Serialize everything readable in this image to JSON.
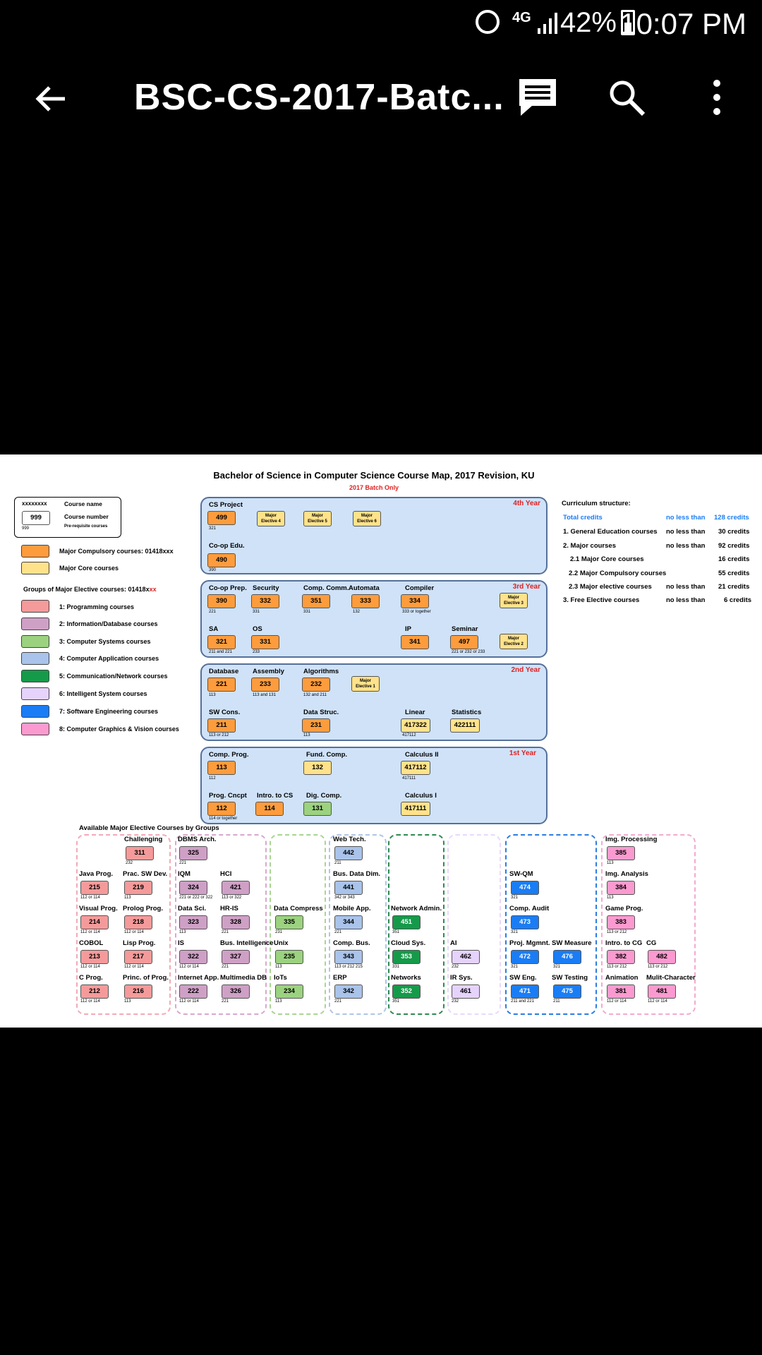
{
  "status_bar": {
    "network": "4G",
    "battery": "42%",
    "time": "10:07 PM"
  },
  "app_bar": {
    "title": "BSC-CS-2017-Batc..."
  },
  "doc": {
    "title": "Bachelor of Science in Computer Science Course Map, 2017 Revision, KU",
    "subtitle": "2017 Batch Only",
    "legend_box": {
      "code": "xxxxxxxx",
      "code_label": "Course name",
      "number": "999",
      "number_label": "Course number",
      "prereq": "999",
      "prereq_label": "Pre-requisite courses"
    },
    "legend": {
      "major_compulsory": "Major Compulsory courses: 01418xxx",
      "major_core": "Major Core courses",
      "groups_title_a": "Groups of Major Elective courses: 01418x",
      "groups_title_b": "xx",
      "groups": [
        "1: Programming courses",
        "2: Information/Database courses",
        "3: Computer Systems courses",
        "4: Computer Application courses",
        "5: Communication/Network courses",
        "6: Intelligent System courses",
        "7: Software Engineering courses",
        "8: Computer Graphics & Vision courses"
      ]
    },
    "years": {
      "y4": {
        "label": "4th Year",
        "cs_project": "CS Project",
        "n499": "499",
        "p499": "321",
        "e4": "Major Elective 4",
        "e5": "Major Elective 5",
        "e6": "Major Elective 6",
        "coop": "Co-op Edu.",
        "n490": "490",
        "p490": "390"
      },
      "y3": {
        "label": "3rd Year",
        "coop_prep": "Co-op Prep.",
        "security": "Security",
        "comp_comm": "Comp. Comm.",
        "automata": "Automata",
        "compiler": "Compiler",
        "n390": "390",
        "p390": "221",
        "n332": "332",
        "p332": "331",
        "n351": "351",
        "p351": "331",
        "n333": "333",
        "p333": "132",
        "n334": "334",
        "p334": "333 or together",
        "e3": "Major Elective 3",
        "sa": "SA",
        "os": "OS",
        "ip": "IP",
        "seminar": "Seminar",
        "n321": "321",
        "p321": "211 and 221",
        "n331": "331",
        "p331": "233",
        "n341": "341",
        "n497": "497",
        "p497": "221 or 232 or 233",
        "e2": "Major Elective 2"
      },
      "y2": {
        "label": "2nd Year",
        "database": "Database",
        "assembly": "Assembly",
        "algorithms": "Algorithms",
        "n221": "221",
        "p221": "113",
        "n233": "233",
        "p233": "113 and 131",
        "n232": "232",
        "p232": "132 and 211",
        "e1": "Major Elective 1",
        "sw_cons": "SW Cons.",
        "data_struc": "Data Struc.",
        "linear": "Linear",
        "statistics": "Statistics",
        "n211": "211",
        "p211": "113 or 212",
        "n231": "231",
        "p231": "113",
        "n417322": "417322",
        "p417322": "417112",
        "n422111": "422111"
      },
      "y1": {
        "label": "1st Year",
        "comp_prog": "Comp. Prog.",
        "fund_comp": "Fund. Comp.",
        "calc2": "Calculus II",
        "n113": "113",
        "p113": "112",
        "n132": "132",
        "n417112": "417112",
        "p417112": "417111",
        "prog_cncpt": "Prog. Cncpt",
        "intro_cs": "Intro. to CS",
        "dig_comp": "Dig. Comp.",
        "calc1": "Calculus I",
        "n112": "112",
        "p112": "114 or together",
        "n114": "114",
        "n131": "131",
        "n417111": "417111"
      }
    },
    "curriculum": {
      "title": "Curriculum structure:",
      "rows": [
        {
          "label": "Total credits",
          "cond": "no less than",
          "value": "128 credits"
        },
        {
          "label": "1. General Education courses",
          "cond": "no less than",
          "value": "30 credits"
        },
        {
          "label": "2. Major courses",
          "cond": "no less than",
          "value": "92 credits"
        },
        {
          "label": "2.1 Major Core courses",
          "cond": "",
          "value": "16 credits"
        },
        {
          "label": "2.2 Major Compulsory courses",
          "cond": "",
          "value": "55 credits"
        },
        {
          "label": "2.3 Major elective courses",
          "cond": "no less than",
          "value": "21 credits"
        },
        {
          "label": "3. Free Elective courses",
          "cond": "no less than",
          "value": "6 credits"
        }
      ],
      "accent": "#1a7df5"
    },
    "electives_title": "Available Major Elective Courses by Groups",
    "electives": [
      {
        "name": "Challenging",
        "num": "311",
        "pre": "232",
        "g": 1
      },
      {
        "name": "Java Prog.",
        "num": "215",
        "pre": "112 or 114",
        "g": 1
      },
      {
        "name": "Prac. SW Dev.",
        "num": "219",
        "pre": "113",
        "g": 1
      },
      {
        "name": "Visual Prog.",
        "num": "214",
        "pre": "112 or 114",
        "g": 1
      },
      {
        "name": "Prolog Prog.",
        "num": "218",
        "pre": "112 or 114",
        "g": 1
      },
      {
        "name": "COBOL",
        "num": "213",
        "pre": "112 or 114",
        "g": 1
      },
      {
        "name": "Lisp Prog.",
        "num": "217",
        "pre": "112 or 114",
        "g": 1
      },
      {
        "name": "C Prog.",
        "num": "212",
        "pre": "112 or 114",
        "g": 1
      },
      {
        "name": "Princ. of Prog.",
        "num": "216",
        "pre": "113",
        "g": 1
      },
      {
        "name": "DBMS Arch.",
        "num": "325",
        "pre": "221",
        "g": 2
      },
      {
        "name": "IQM",
        "num": "324",
        "pre": "221 or 222 or 322",
        "g": 2
      },
      {
        "name": "HCI",
        "num": "421",
        "pre": "113 or 322",
        "g": 2
      },
      {
        "name": "Data Sci.",
        "num": "323",
        "pre": "113",
        "g": 2
      },
      {
        "name": "HR-IS",
        "num": "328",
        "pre": "221",
        "g": 2
      },
      {
        "name": "IS",
        "num": "322",
        "pre": "112 or 114",
        "g": 2
      },
      {
        "name": "Bus. Intelligence",
        "num": "327",
        "pre": "221",
        "g": 2
      },
      {
        "name": "Internet App.",
        "num": "222",
        "pre": "112 or 114",
        "g": 2
      },
      {
        "name": "Multimedia DB",
        "num": "326",
        "pre": "221",
        "g": 2
      },
      {
        "name": "Data Compress",
        "num": "335",
        "pre": "231",
        "g": 3
      },
      {
        "name": "Unix",
        "num": "235",
        "pre": "113",
        "g": 3
      },
      {
        "name": "IoTs",
        "num": "234",
        "pre": "113",
        "g": 3
      },
      {
        "name": "Web Tech.",
        "num": "442",
        "pre": "211",
        "g": 4
      },
      {
        "name": "Bus. Data Dim.",
        "num": "441",
        "pre": "342 or 343",
        "g": 4
      },
      {
        "name": "Mobile App.",
        "num": "344",
        "pre": "221",
        "g": 4
      },
      {
        "name": "Comp. Bus.",
        "num": "343",
        "pre": "113 or 212 215",
        "g": 4
      },
      {
        "name": "ERP",
        "num": "342",
        "pre": "221",
        "g": 4
      },
      {
        "name": "Network Admin.",
        "num": "451",
        "pre": "351",
        "g": 5
      },
      {
        "name": "Cloud Sys.",
        "num": "353",
        "pre": "331",
        "g": 5
      },
      {
        "name": "Networks",
        "num": "352",
        "pre": "351",
        "g": 5
      },
      {
        "name": "AI",
        "num": "462",
        "pre": "232",
        "g": 6
      },
      {
        "name": "IR Sys.",
        "num": "461",
        "pre": "232",
        "g": 6
      },
      {
        "name": "SW-QM",
        "num": "474",
        "pre": "321",
        "g": 7
      },
      {
        "name": "Comp. Audit",
        "num": "473",
        "pre": "321",
        "g": 7
      },
      {
        "name": "Proj. Mgmnt.",
        "num": "472",
        "pre": "321",
        "g": 7
      },
      {
        "name": "SW Measure",
        "num": "476",
        "pre": "321",
        "g": 7
      },
      {
        "name": "SW Eng.",
        "num": "471",
        "pre": "211 and 221",
        "g": 7
      },
      {
        "name": "SW Testing",
        "num": "475",
        "pre": "211",
        "g": 7
      },
      {
        "name": "Img. Processing",
        "num": "385",
        "pre": "113",
        "g": 8
      },
      {
        "name": "Img. Analysis",
        "num": "384",
        "pre": "113",
        "g": 8
      },
      {
        "name": "Game Prog.",
        "num": "383",
        "pre": "113 or 212",
        "g": 8
      },
      {
        "name": "Intro. to CG",
        "num": "382",
        "pre": "113 or 212",
        "g": 8
      },
      {
        "name": "CG",
        "num": "482",
        "pre": "113 or 212",
        "g": 8
      },
      {
        "name": "Animation",
        "num": "381",
        "pre": "112 or 114",
        "g": 8
      },
      {
        "name": "Mulit-Character",
        "num": "481",
        "pre": "112 or 114",
        "g": 8
      }
    ],
    "colors": {
      "major_compulsory": "#fd9c3d",
      "major_core": "#ffe28a",
      "g1": "#f59a9a",
      "g2": "#cfa0c6",
      "g3": "#9bd27f",
      "g4": "#a9c3ea",
      "g5": "#159a4a",
      "g6": "#e6d3fb",
      "g7": "#1a7df5",
      "g8": "#fb9ad0",
      "year_label": "#dd2222"
    }
  }
}
